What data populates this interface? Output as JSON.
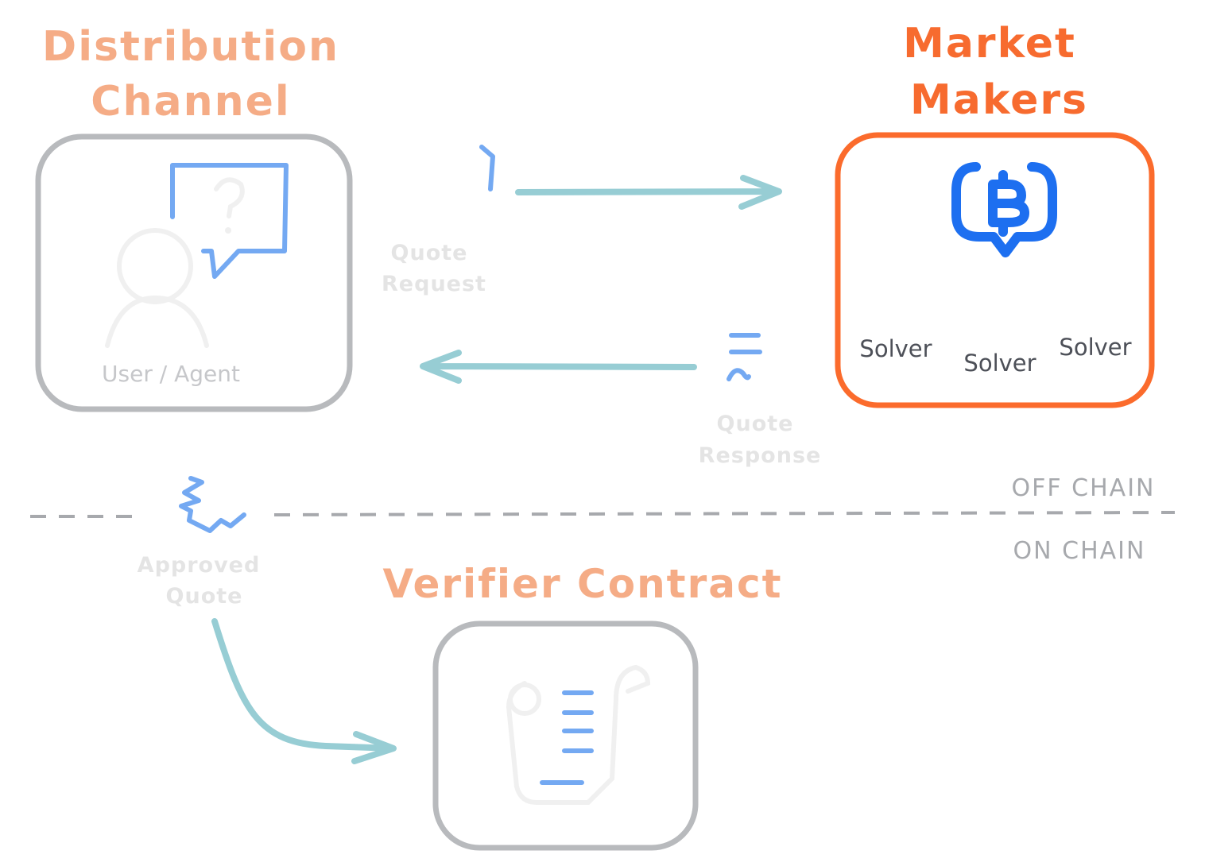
{
  "diagram": {
    "distribution_channel": {
      "title_line1": "Distribution",
      "title_line2": "Channel",
      "label": "User / Agent"
    },
    "market_makers": {
      "title_line1": "Market",
      "title_line2": "Makers",
      "solvers": [
        "Solver",
        "Solver",
        "Solver"
      ]
    },
    "verifier_contract": {
      "title": "Verifier Contract"
    },
    "flows": {
      "quote_request": {
        "line1": "Quote",
        "line2": "Request"
      },
      "quote_response": {
        "line1": "Quote",
        "line2": "Response"
      },
      "approved_quote": {
        "line1": "Approved",
        "line2": "Quote"
      }
    },
    "zones": {
      "off_chain": "OFF CHAIN",
      "on_chain": "ON CHAIN"
    }
  },
  "colors": {
    "title_light_orange": "#f5ac86",
    "title_orange": "#f76b2f",
    "box_gray": "#b8babd",
    "box_orange": "#fb6b2c",
    "arrow_teal": "#97cdd4",
    "accent_blue": "#74a9f2",
    "bitcoin_blue": "#1d6ff0"
  },
  "icons": [
    "speech-bubble-icon",
    "user-icon",
    "bitcoin-chat-icon",
    "document-scroll-icon",
    "signature-icon"
  ]
}
